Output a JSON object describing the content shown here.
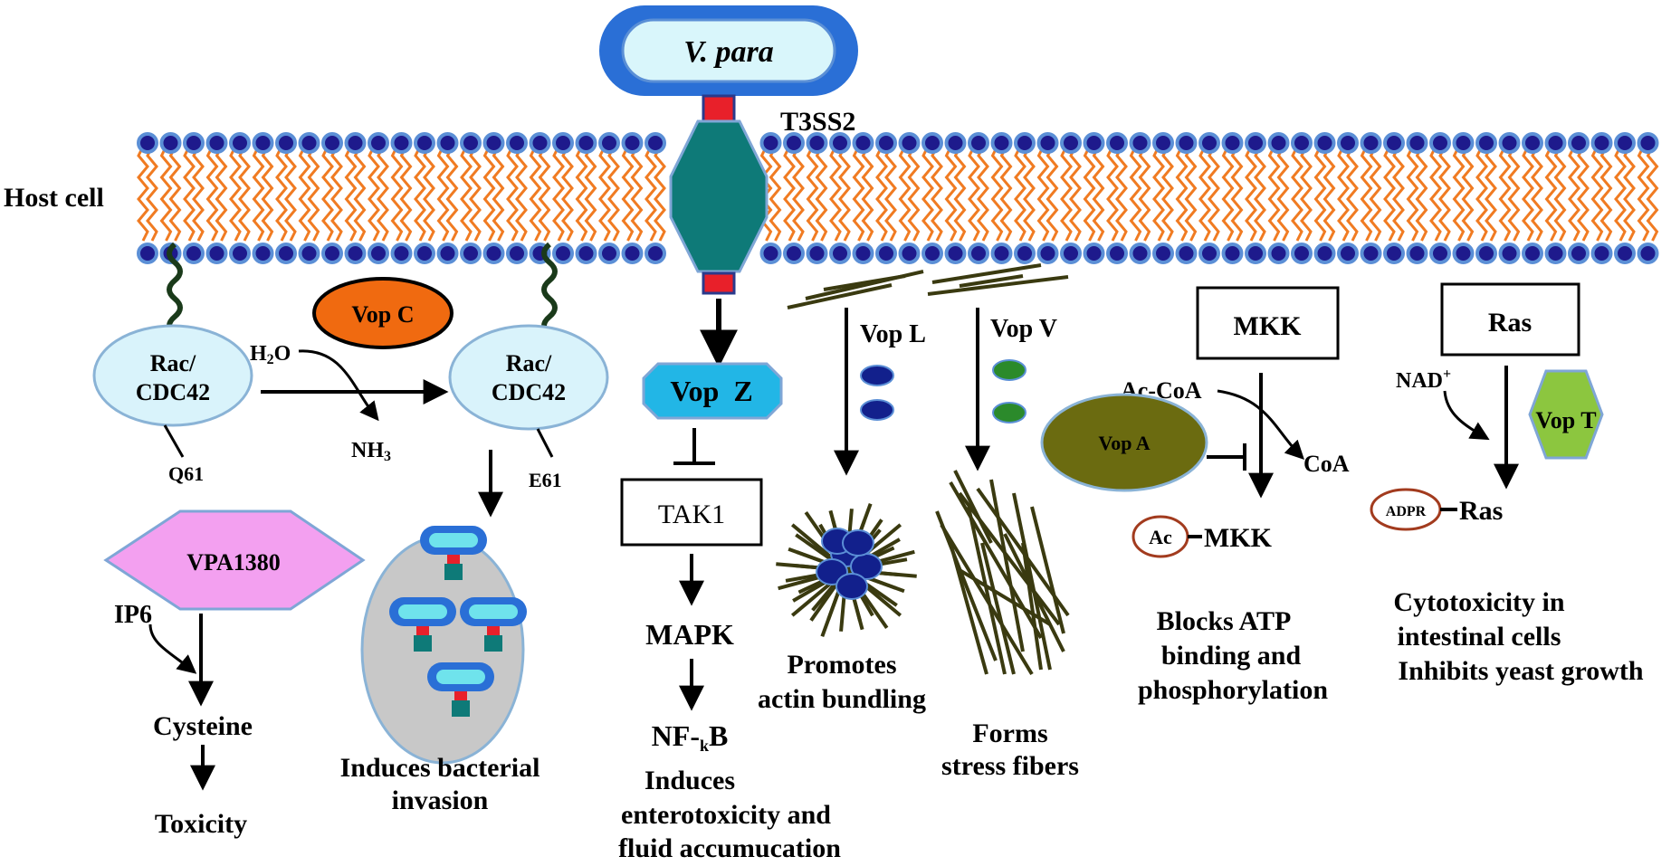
{
  "colors": {
    "membrane_head": "#1e1a8c",
    "membrane_head_rim": "#5b8fd6",
    "lipid_tail": "#f07b22",
    "t3ss": "#0e7a78",
    "t3ss_cap": "#e8202a",
    "bacterium_outer": "#2a6fd6",
    "bacterium_inner": "#d9f6fb",
    "rac": "#d9f3fb",
    "rac_border": "#8ab3d6",
    "vopc": "#f06a10",
    "vopz": "#22b6e6",
    "vpa1380": "#f3a0f0",
    "vopa": "#6b6b10",
    "vopt": "#8cc63f",
    "adpr_ring": "#a23b1e",
    "vopl_dot": "#12208c",
    "vopv_dot": "#2b8a2b",
    "coil": "#1a3a1a",
    "actin": "#3a3a10",
    "invasion_ellipse": "#c8c8c8"
  },
  "labels": {
    "bacterium": "V. para",
    "t3ss": "T3SS2",
    "host_cell": "Host cell",
    "rac_left": [
      "Rac/",
      "CDC42"
    ],
    "rac_right": [
      "Rac/",
      "CDC42"
    ],
    "vopc": "Vop C",
    "h2o": [
      "H",
      "2",
      "O"
    ],
    "nh3": [
      "NH",
      "3"
    ],
    "q61": "Q61",
    "e61": "E61",
    "vpa1380": "VPA1380",
    "ip6": "IP6",
    "cysteine": "Cysteine",
    "toxicity": "Toxicity",
    "invasion": [
      "Induces bacterial",
      "invasion"
    ],
    "vopz": "Vop  Z",
    "tak1": "TAK1",
    "mapk": "MAPK",
    "nfkb": [
      "NF-",
      "k",
      "B"
    ],
    "enterotoxicity": [
      "Induces",
      "enterotoxicity and",
      "fluid accumucation"
    ],
    "vopl": "Vop L",
    "vopv": "Vop V",
    "bundling": [
      "Promotes",
      "actin bundling"
    ],
    "stress": [
      "Forms",
      "stress fibers"
    ],
    "mkk_box": "MKK",
    "acCoA": "Ac-CoA",
    "vopa": "Vop A",
    "coa": "CoA",
    "ac": "Ac",
    "mkk_mod": "MKK",
    "blocks": [
      "Blocks ATP",
      "binding and",
      "phosphorylation"
    ],
    "ras_box": "Ras",
    "nad": [
      "NAD",
      "+"
    ],
    "vopt": "Vop T",
    "adpr": "ADPR",
    "ras_mod": "Ras",
    "cytotox": [
      "Cytotoxicity in",
      "intestinal cells",
      "Inhibits yeast growth"
    ]
  }
}
